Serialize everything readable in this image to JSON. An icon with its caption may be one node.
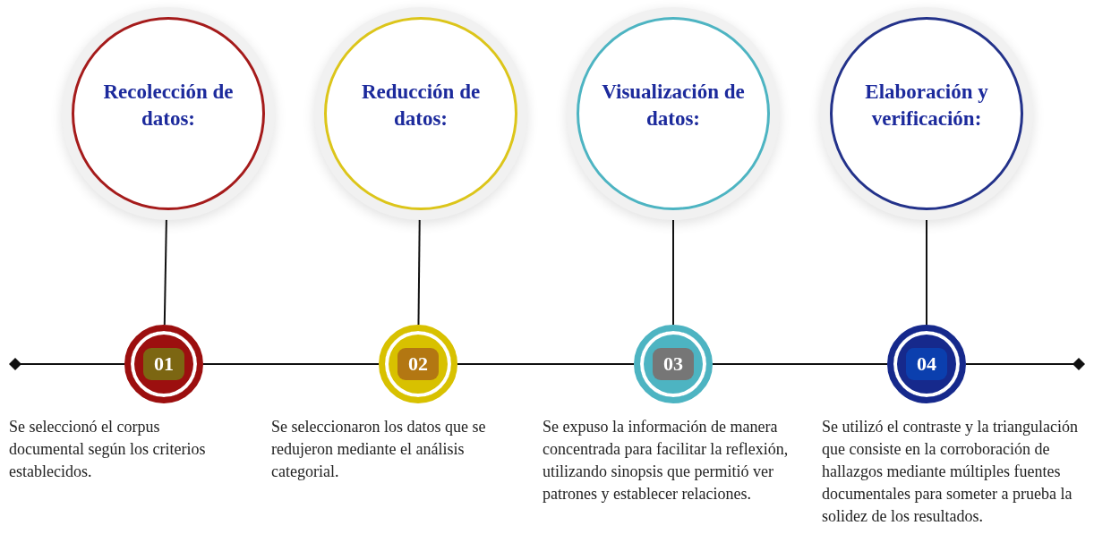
{
  "diagram": {
    "nodes": [
      {
        "text": [
          "Recolección de datos:"
        ]
      },
      {
        "text": [
          "Reducción de datos:"
        ]
      },
      {
        "text": [
          "Visualización de datos:"
        ]
      },
      {
        "text": [
          "Elaboración y verificación:"
        ]
      },
      {
        "text": [
          "01"
        ],
        "beside": [
          "Se seleccionó el corpus documental según los criterios establecidos."
        ]
      },
      {
        "text": [
          "02"
        ],
        "beside": [
          "Se seleccionaron los datos que se redujeron mediante el análisis categorial."
        ]
      },
      {
        "text": [
          "03"
        ],
        "beside": [
          "Se expuso la información de manera concentrada para facilitar la reflexión, utilizando sinopsis que permitió ver patrones y establecer relaciones."
        ]
      },
      {
        "text": [
          "04"
        ],
        "beside": [
          "Se utilizó el contraste y la triangulación que consiste en la corroboración de hallazgos mediante múltiples fuentes documentales para someter a prueba la solidez de los resultados."
        ]
      }
    ],
    "edges": [
      {
        "from": 0,
        "to": 4,
        "arrow": "none"
      },
      {
        "from": 1,
        "to": 5,
        "arrow": "none"
      },
      {
        "from": 2,
        "to": 6,
        "arrow": "none"
      },
      {
        "from": 3,
        "to": 7,
        "arrow": "none"
      },
      {
        "from": 4,
        "to": 5,
        "arrow": "none"
      },
      {
        "from": 5,
        "to": 6,
        "arrow": "none"
      },
      {
        "from": 6,
        "to": 7,
        "arrow": "none"
      }
    ]
  }
}
